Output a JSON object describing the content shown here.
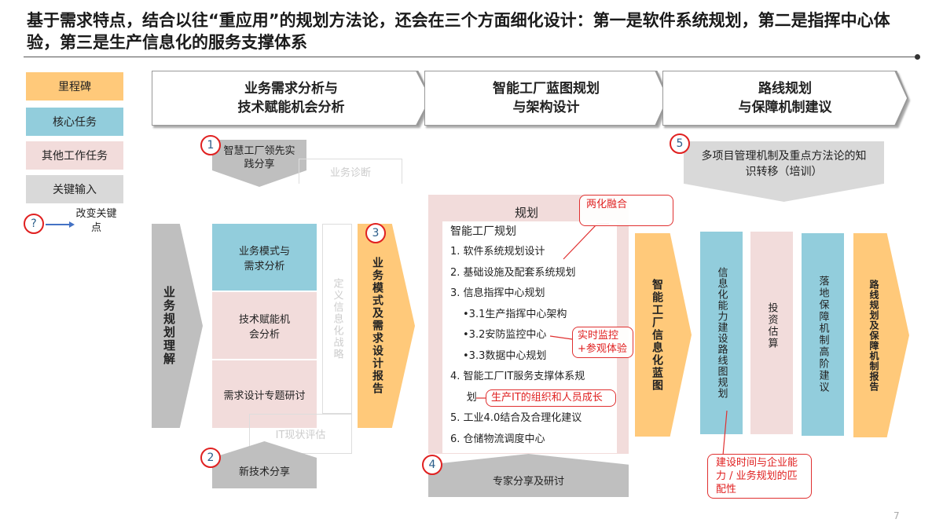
{
  "title": "基于需求特点，结合以往“重应用”的规划方法论，还会在三个方面细化设计：第一是软件系统规划，第二是指挥中心体验，第三是生产信息化的服务支撑体系",
  "legend": {
    "milestone": "里程碑",
    "core_task": "核心任务",
    "other_task": "其他工作任务",
    "key_input": "关键输入",
    "change_point": "改变关键点",
    "change_marker": "?"
  },
  "colors": {
    "milestone": "#FFC97A",
    "core_task": "#92CDDC",
    "other_task": "#F2DCDB",
    "key_input": "#D9D9D9",
    "highlight": "#E02020"
  },
  "phases": [
    {
      "line1": "业务需求分析与",
      "line2": "技术赋能机会分析"
    },
    {
      "line1": "智能工厂蓝图规划",
      "line2": "与架构设计"
    },
    {
      "line1": "路线规划",
      "line2": "与保障机制建议"
    }
  ],
  "markers": [
    "1",
    "2",
    "3",
    "4",
    "5"
  ],
  "phase1": {
    "input_top": "智慧工厂领先实践分享",
    "faded_diag": "业务诊断",
    "understand": "业务规划理解",
    "core": "业务模式与需求分析",
    "tech": "技术赋能机会分析",
    "workshop": "需求设计专题研讨",
    "faded_strategy": "定义信息化战略",
    "faded_it": "IT现状评估",
    "input_bottom": "新技术分享",
    "milestone": "业务模式及需求设计报告"
  },
  "phase2": {
    "header": "规划",
    "list_title": "智能工厂规划",
    "items": [
      "1.  软件系统规划设计",
      "2.  基础设施及配套系统规划",
      "3.  信息指挥中心规划",
      "•3.1生产指挥中心架构",
      "•3.2安防监控中心",
      "•3.3数据中心规划",
      "4.  智能工厂IT服务支撑体系规",
      "     划",
      "5.  工业4.0结合及合理化建议",
      "6.  仓储物流调度中心"
    ],
    "callout1": "两化融合",
    "callout2": "实时监控+参观体验",
    "callout3": "生产IT的组织和人员成长",
    "input_bottom": "专家分享及研讨",
    "milestone": "智能工厂信息化蓝图"
  },
  "phase3": {
    "input_top": "多项目管理机制及重点方法论的知识转移（培训）",
    "roadmap": "信息化能力建设路线图规划",
    "invest": "投资估算",
    "guarantee": "落地保障机制高阶建议",
    "milestone": "路线规划及保障机制报告",
    "callout": "建设时间与企业能力 / 业务规划的匹配性"
  },
  "page_number": "7"
}
